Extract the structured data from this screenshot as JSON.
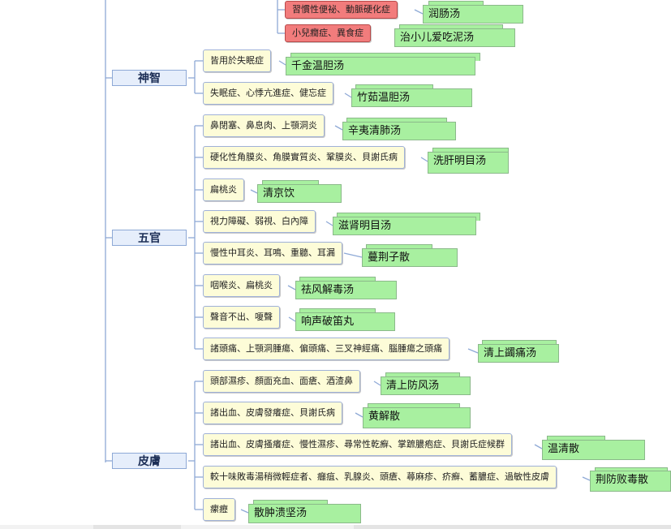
{
  "categories": [
    {
      "id": "shenzhi",
      "label": "神智"
    },
    {
      "id": "wuguan",
      "label": "五官"
    },
    {
      "id": "pifu",
      "label": "皮膚"
    }
  ],
  "top_items": [
    {
      "symptom": "習慣性便祕、動脈硬化症",
      "formula": "润肠汤",
      "highlight": true
    },
    {
      "symptom": "小兒癇症、異食症",
      "formula": "治小儿爱吃泥汤",
      "highlight": true
    }
  ],
  "shenzhi_items": [
    {
      "symptom": "皆用於失眠症",
      "formula": "千金温胆汤"
    },
    {
      "symptom": "失眠症、心悸亢進症、健忘症",
      "formula": "竹茹温胆汤"
    }
  ],
  "wuguan_items": [
    {
      "symptom": "鼻閉塞、鼻息肉、上顎洞炎",
      "formula": "辛夷清肺汤"
    },
    {
      "symptom": "硬化性角膜炎、角膜實質炎、鞏膜炎、貝謝氏病",
      "formula": "洗肝明目汤"
    },
    {
      "symptom": "扁桃炎",
      "formula": "清京饮"
    },
    {
      "symptom": "視力障礙、弱視、白內障",
      "formula": "滋肾明目汤"
    },
    {
      "symptom": "慢性中耳炎、耳鳴、重聽、耳漏",
      "formula": "蔓荆子散"
    },
    {
      "symptom": "咽喉炎、扁桃炎",
      "formula": "祛风解毒汤"
    },
    {
      "symptom": "聲音不出、嗄聲",
      "formula": "响声破笛丸"
    },
    {
      "symptom": "諸頭痛、上顎洞腫瘍、偏頭痛、三叉神經痛、腦腫瘍之頭痛",
      "formula": "清上蠲痛汤"
    }
  ],
  "pifu_items": [
    {
      "symptom": "頭部濕疹、顏面充血、面瘡、酒渣鼻",
      "formula": "清上防风汤"
    },
    {
      "symptom": "諸出血、皮膚發癢症、貝謝氏病",
      "formula": "黄解散"
    },
    {
      "symptom": "諸出血、皮膚搔癢症、慢性濕疹、尋常性乾癬、掌蹠膿疱症、貝謝氏症候群",
      "formula": "温清散"
    },
    {
      "symptom": "較十味敗毒湯稍微輕症者、癰疽、乳腺炎、頭瘡、蕁麻疹、疥癬、蓄膿症、過敏性皮膚",
      "formula": "荆防败毒散"
    },
    {
      "symptom": "瘰癧",
      "formula": "散肿溃坚汤"
    }
  ],
  "colors": {
    "category_bg": "#e6eefb",
    "symptom_bg": "#fdfcd8",
    "highlight_bg": "#f27c7c",
    "formula_bg": "#a8f0a0",
    "connector": "#8ea9d6"
  }
}
